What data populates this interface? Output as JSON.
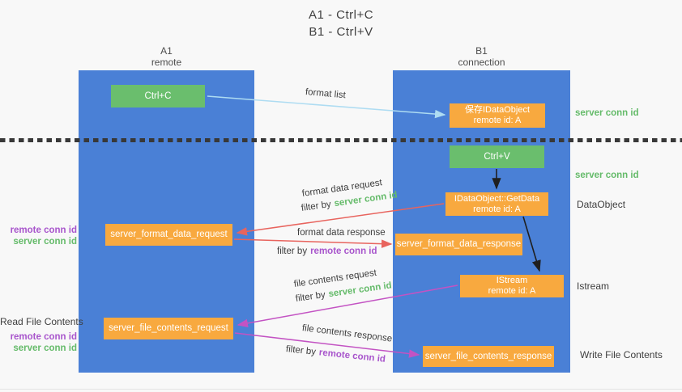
{
  "title": {
    "line1": "A1 - Ctrl+C",
    "line2": "B1 - Ctrl+V"
  },
  "lanes": {
    "left": {
      "title": "A1",
      "subtitle": "remote"
    },
    "right": {
      "title": "B1",
      "subtitle": "connection"
    }
  },
  "nodes": {
    "ctrl_c": "Ctrl+C",
    "ctrl_v": "Ctrl+V",
    "save_idataobject": {
      "line1": "保存IDataObject",
      "line2": "remote id: A"
    },
    "getdata": {
      "line1": "IDataObject::GetData",
      "line2": "remote id: A"
    },
    "istream": {
      "line1": "IStream",
      "line2": "remote id: A"
    },
    "server_format_data_request": "server_format_data_request",
    "server_format_data_response": "server_format_data_response",
    "server_file_contents_request": "server_file_contents_request",
    "server_file_contents_response": "server_file_contents_response"
  },
  "arrow_labels": {
    "format_list": "format list",
    "format_data_request": "format data request",
    "format_data_response": "format data response",
    "file_contents_request": "file contents request",
    "file_contents_response": "file contents response",
    "filter_by": "filter by",
    "server_conn_id": "server conn id",
    "remote_conn_id": "remote conn id"
  },
  "side_labels": {
    "server_conn_id": "server conn id",
    "remote_conn_id": "remote conn id",
    "dataobject": "DataObject",
    "istream": "Istream",
    "read_file_contents": "Read File Contents",
    "write_file_contents": "Write File Contents"
  },
  "colors": {
    "lane_blue": "#4a80d6",
    "box_green": "#6abe6d",
    "box_orange": "#f8a93f",
    "arrow_blue": "#aedcf2",
    "arrow_red": "#e8645e",
    "arrow_magenta": "#c353c3",
    "arrow_black": "#1f1f1f",
    "text_green": "#65bb6a",
    "text_purple": "#a855cc",
    "text_dark": "#3e3e3e"
  }
}
